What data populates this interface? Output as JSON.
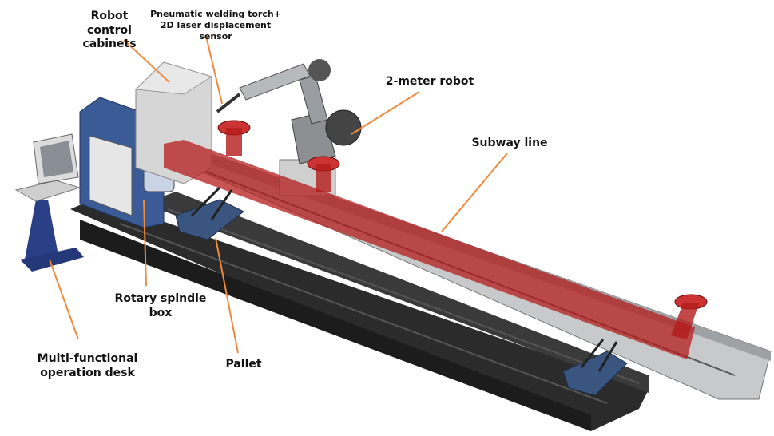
{
  "callouts": {
    "robot_control_cabinets": "Robot control cabinets",
    "welding_torch_sensor": "Pneumatic welding torch+ 2D laser displacement sensor",
    "two_meter_robot": "2-meter robot",
    "subway_line": "Subway line",
    "rotary_spindle_box": "Rotary spindle box",
    "multi_functional_desk": "Multi-functional operation desk",
    "pallet": "Pallet"
  },
  "colors": {
    "leader_line": "#f08a3c",
    "pipe": "#b41c1c",
    "frame": "#2b2b2b",
    "rail": "#bfc2c4",
    "machine_blue": "#2f4f8f",
    "machine_gray": "#d6d6d6"
  }
}
